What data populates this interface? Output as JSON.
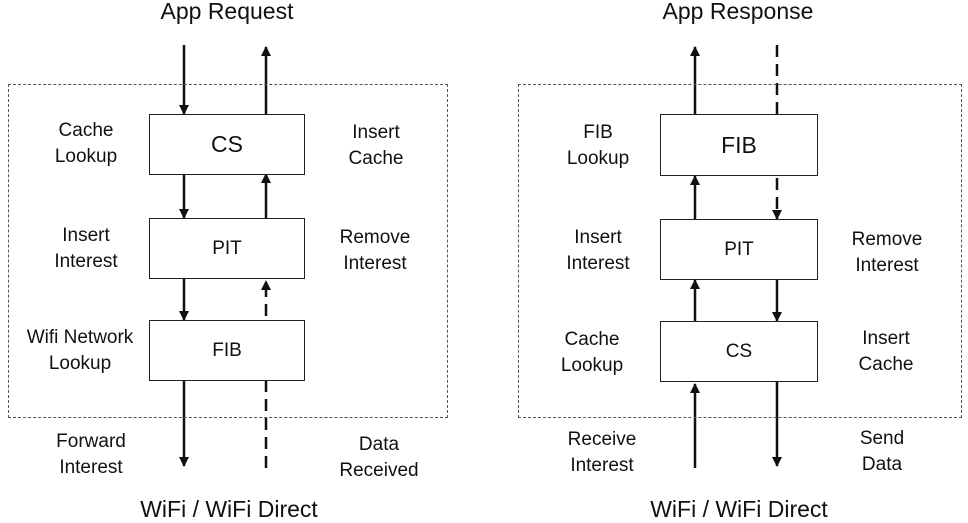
{
  "left": {
    "top_label": "App Request",
    "bottom_label": "WiFi / WiFi Direct",
    "boxes": {
      "top": "CS",
      "middle": "PIT",
      "bottom": "FIB"
    },
    "labels": {
      "cache_lookup": [
        "Cache",
        "Lookup"
      ],
      "insert_cache": [
        "Insert",
        "Cache"
      ],
      "insert_interest": [
        "Insert",
        "Interest"
      ],
      "remove_interest": [
        "Remove",
        "Interest"
      ],
      "wifi_network_lookup": [
        "Wifi Network",
        "Lookup"
      ],
      "forward_interest": [
        "Forward",
        "Interest"
      ],
      "data_received": [
        "Data",
        "Received"
      ]
    }
  },
  "right": {
    "top_label": "App Response",
    "bottom_label": "WiFi / WiFi Direct",
    "boxes": {
      "top": "FIB",
      "middle": "PIT",
      "bottom": "CS"
    },
    "labels": {
      "fib_lookup": [
        "FIB",
        "Lookup"
      ],
      "insert_interest": [
        "Insert",
        "Interest"
      ],
      "remove_interest": [
        "Remove",
        "Interest"
      ],
      "cache_lookup": [
        "Cache",
        "Lookup"
      ],
      "insert_cache": [
        "Insert",
        "Cache"
      ],
      "receive_interest": [
        "Receive",
        "Interest"
      ],
      "send_data": [
        "Send",
        "Data"
      ]
    }
  },
  "colors": {
    "stroke": "#111111",
    "frame": "#555555"
  }
}
